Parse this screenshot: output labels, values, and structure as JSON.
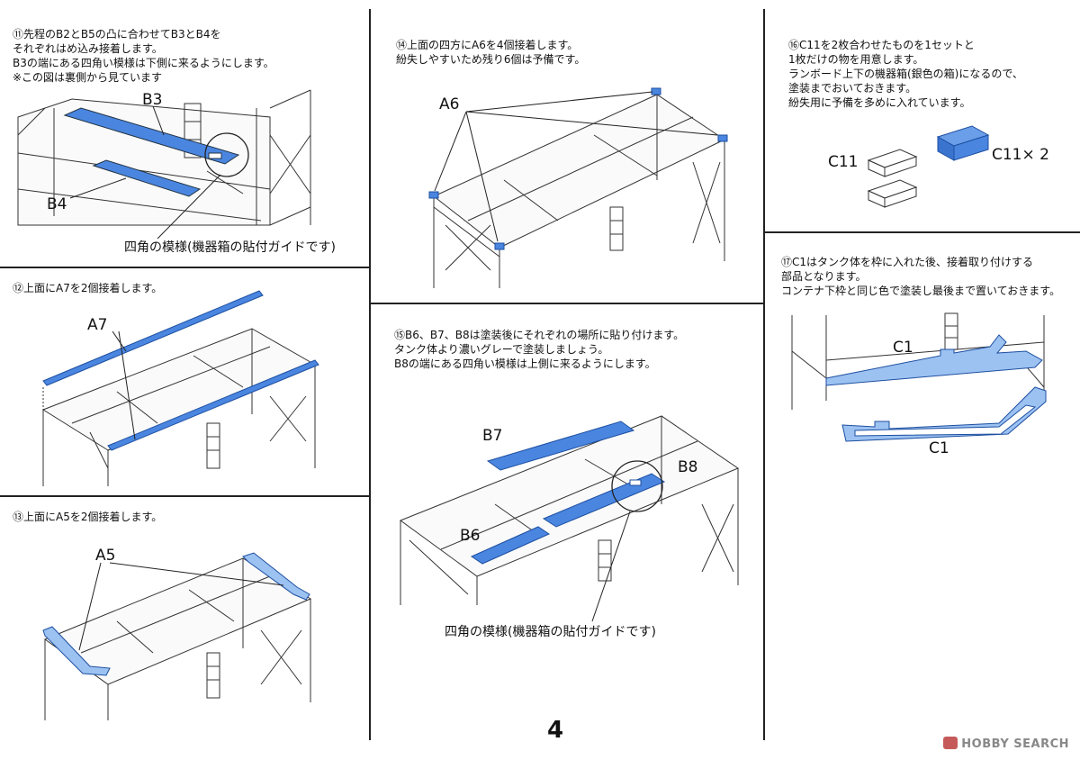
{
  "page_number": "4",
  "watermark": "HOBBY SEARCH",
  "steps": {
    "s11": {
      "text": "⑪先程のB2とB5の凸に合わせてB3とB4を\nそれぞれはめ込み接着します。\nB3の端にある四角い模様は下側に来るようにします。\n※この図は裏側から見ています",
      "label_b3": "B3",
      "label_b4": "B4",
      "callout": "四角の模様(機器箱の貼付ガイドです)"
    },
    "s12": {
      "text": "⑫上面にA7を2個接着します。",
      "label_a7": "A7"
    },
    "s13": {
      "text": "⑬上面にA5を2個接着します。",
      "label_a5": "A5"
    },
    "s14": {
      "text": "⑭上面の四方にA6を4個接着します。\n紛失しやすいため残り6個は予備です。",
      "label_a6": "A6"
    },
    "s15": {
      "text": "⑮B6、B7、B8は塗装後にそれぞれの場所に貼り付けます。\nタンク体より濃いグレーで塗装しましょう。\nB8の端にある四角い模様は上側に来るようにします。",
      "label_b6": "B6",
      "label_b7": "B7",
      "label_b8": "B8",
      "callout": "四角の模様(機器箱の貼付ガイドです)"
    },
    "s16": {
      "text": "⑯C11を2枚合わせたものを1セットと\n1枚だけの物を用意します。\nランボード上下の機器箱(銀色の箱)になるので、\n塗装までおいておきます。\n紛失用に予備を多めに入れています。",
      "label_c11": "C11",
      "label_c11x2": "C11× 2"
    },
    "s17": {
      "text": "⑰C1はタンク体を枠に入れた後、接着取り付けする\n部品となります。\nコンテナ下枠と同じ色で塗装し最後まで置いておきます。",
      "label_c1_top": "C1",
      "label_c1_bottom": "C1"
    }
  },
  "colors": {
    "part_blue": "#4a86e0",
    "line": "#333333"
  }
}
